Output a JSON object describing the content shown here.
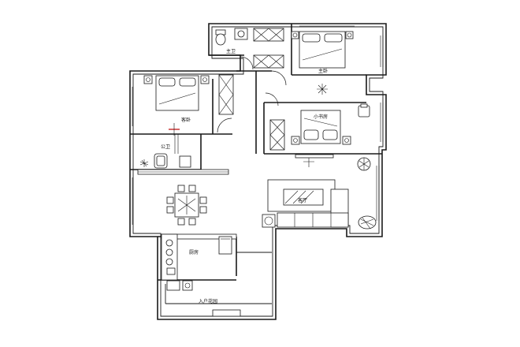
{
  "rooms": {
    "master_bath": "主卫",
    "master_bedroom": "主卧",
    "guest_bedroom": "客卧",
    "study": "小书房",
    "guest_bath": "公卫",
    "kitchen": "厨房",
    "living_room": "客厅",
    "entrance_garden": "入户花园"
  },
  "icons": {
    "bed": "bed-icon",
    "toilet": "toilet-icon",
    "sink": "sink-icon",
    "wardrobe": "wardrobe-icon",
    "dining_table": "dining-table-icon",
    "sofa": "sofa-icon",
    "stove": "stove-icon",
    "plant": "plant-icon",
    "lamp": "ceiling-lamp-icon"
  },
  "colors": {
    "wall": "#1a1a1a",
    "background": "#ffffff",
    "accent_mark": "#c62828"
  }
}
